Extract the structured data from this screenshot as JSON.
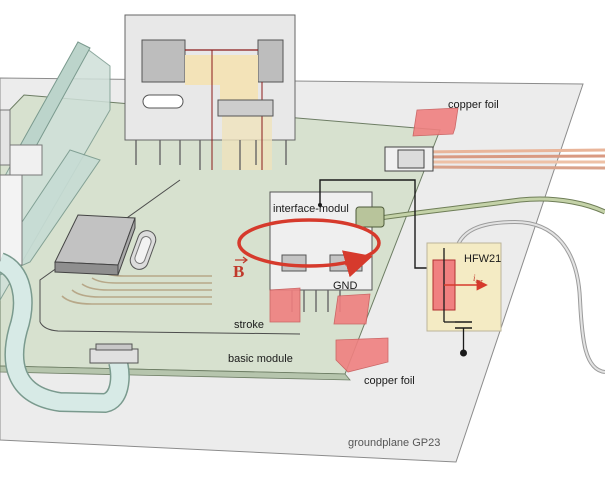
{
  "labels": {
    "copper_foil_top": "copper foil",
    "copper_foil_bottom": "copper foil",
    "interface_module": "interface-modul",
    "gnd": "GND",
    "stroke": "stroke",
    "basic_module": "basic module",
    "groundplane": "groundplane GP23",
    "hfw": "HFW21",
    "b_field": "B",
    "current_main": "i",
    "current_sub": "err"
  },
  "colors": {
    "groundplane_fill": "#ececec",
    "board_fill": "#d7e1cf",
    "foil": "#f08080",
    "loop": "#d63a2c",
    "ribbon": "#cfe3df",
    "cable": "#eeb99c",
    "green_cable": "#b9c79e",
    "hfw_box": "#f4ebc4"
  }
}
